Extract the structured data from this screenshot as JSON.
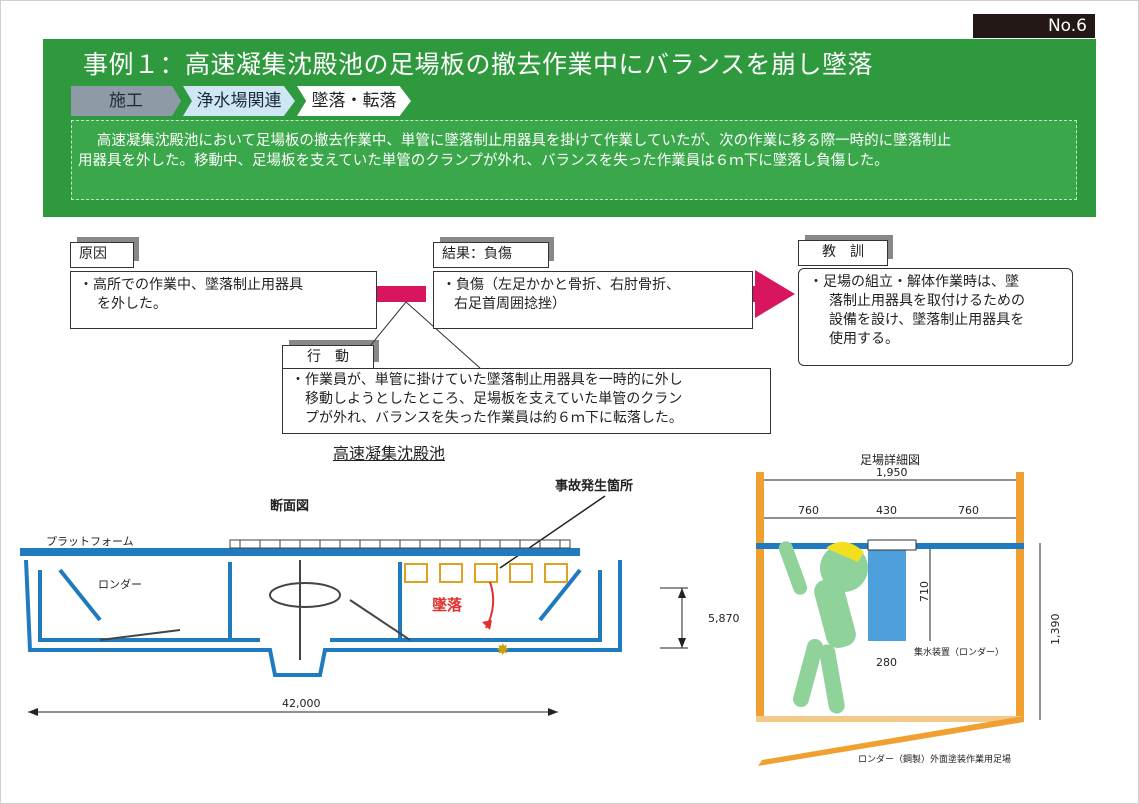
{
  "page_no": "No.6",
  "title": "事例１：高速凝集沈殿池の足場板の撤去作業中にバランスを崩し墜落",
  "tags": [
    "施工",
    "浄水場関連",
    "墜落・転落"
  ],
  "summary_line1": "高速凝集沈殿池において足場板の撤去作業中、単管に墜落制止用器具を掛けて作業していたが、次の作業に移る際一時的に墜落制止",
  "summary_line2": "用器具を外した。移動中、足場板を支えていた単管のクランプが外れ、バランスを失った作業員は６ｍ下に墜落し負傷した。",
  "cause": {
    "label": "原因",
    "line1": "・高所での作業中、墜落制止用器具",
    "line2": "を外した。"
  },
  "result": {
    "label": "結果：負傷",
    "line1": "・負傷（左足かかと骨折、右肘骨折、",
    "line2": "右足首周囲捻挫）"
  },
  "lesson": {
    "label": "教　訓",
    "line1": "・足場の組立・解体作業時は、墜",
    "line2": "落制止用器具を取付けるための",
    "line3": "設備を設け、墜落制止用器具を",
    "line4": "使用する。"
  },
  "action": {
    "label": "行　動",
    "line1": "・作業員が、単管に掛けていた墜落制止用器具を一時的に外し",
    "line2": "移動しようとしたところ、足場板を支えていた単管のクラン",
    "line3": "プが外れ、バランスを失った作業員は約６ｍ下に転落した。"
  },
  "diagram_title": "高速凝集沈殿池",
  "section": {
    "title": "断面図",
    "platform": "プラットフォーム",
    "launder": "ロンダー",
    "accident_point": "事故発生箇所",
    "fall": "墜落",
    "width": "42,000",
    "height": "5,870"
  },
  "detail": {
    "title": "足場詳細図",
    "total_width": "1,950",
    "w_left": "760",
    "w_mid": "430",
    "w_right": "760",
    "h_device": "710",
    "h_total": "1,390",
    "device_width": "280",
    "device_label": "集水装置（ロンダー）",
    "scaffold_label": "ロンダー（鋼製）外面塗装作業用足場"
  },
  "colors": {
    "banner": "#2e9a3d",
    "arrow": "#d8155f",
    "scaffold": "#f0a030",
    "section_line": "#1f7ac0"
  }
}
